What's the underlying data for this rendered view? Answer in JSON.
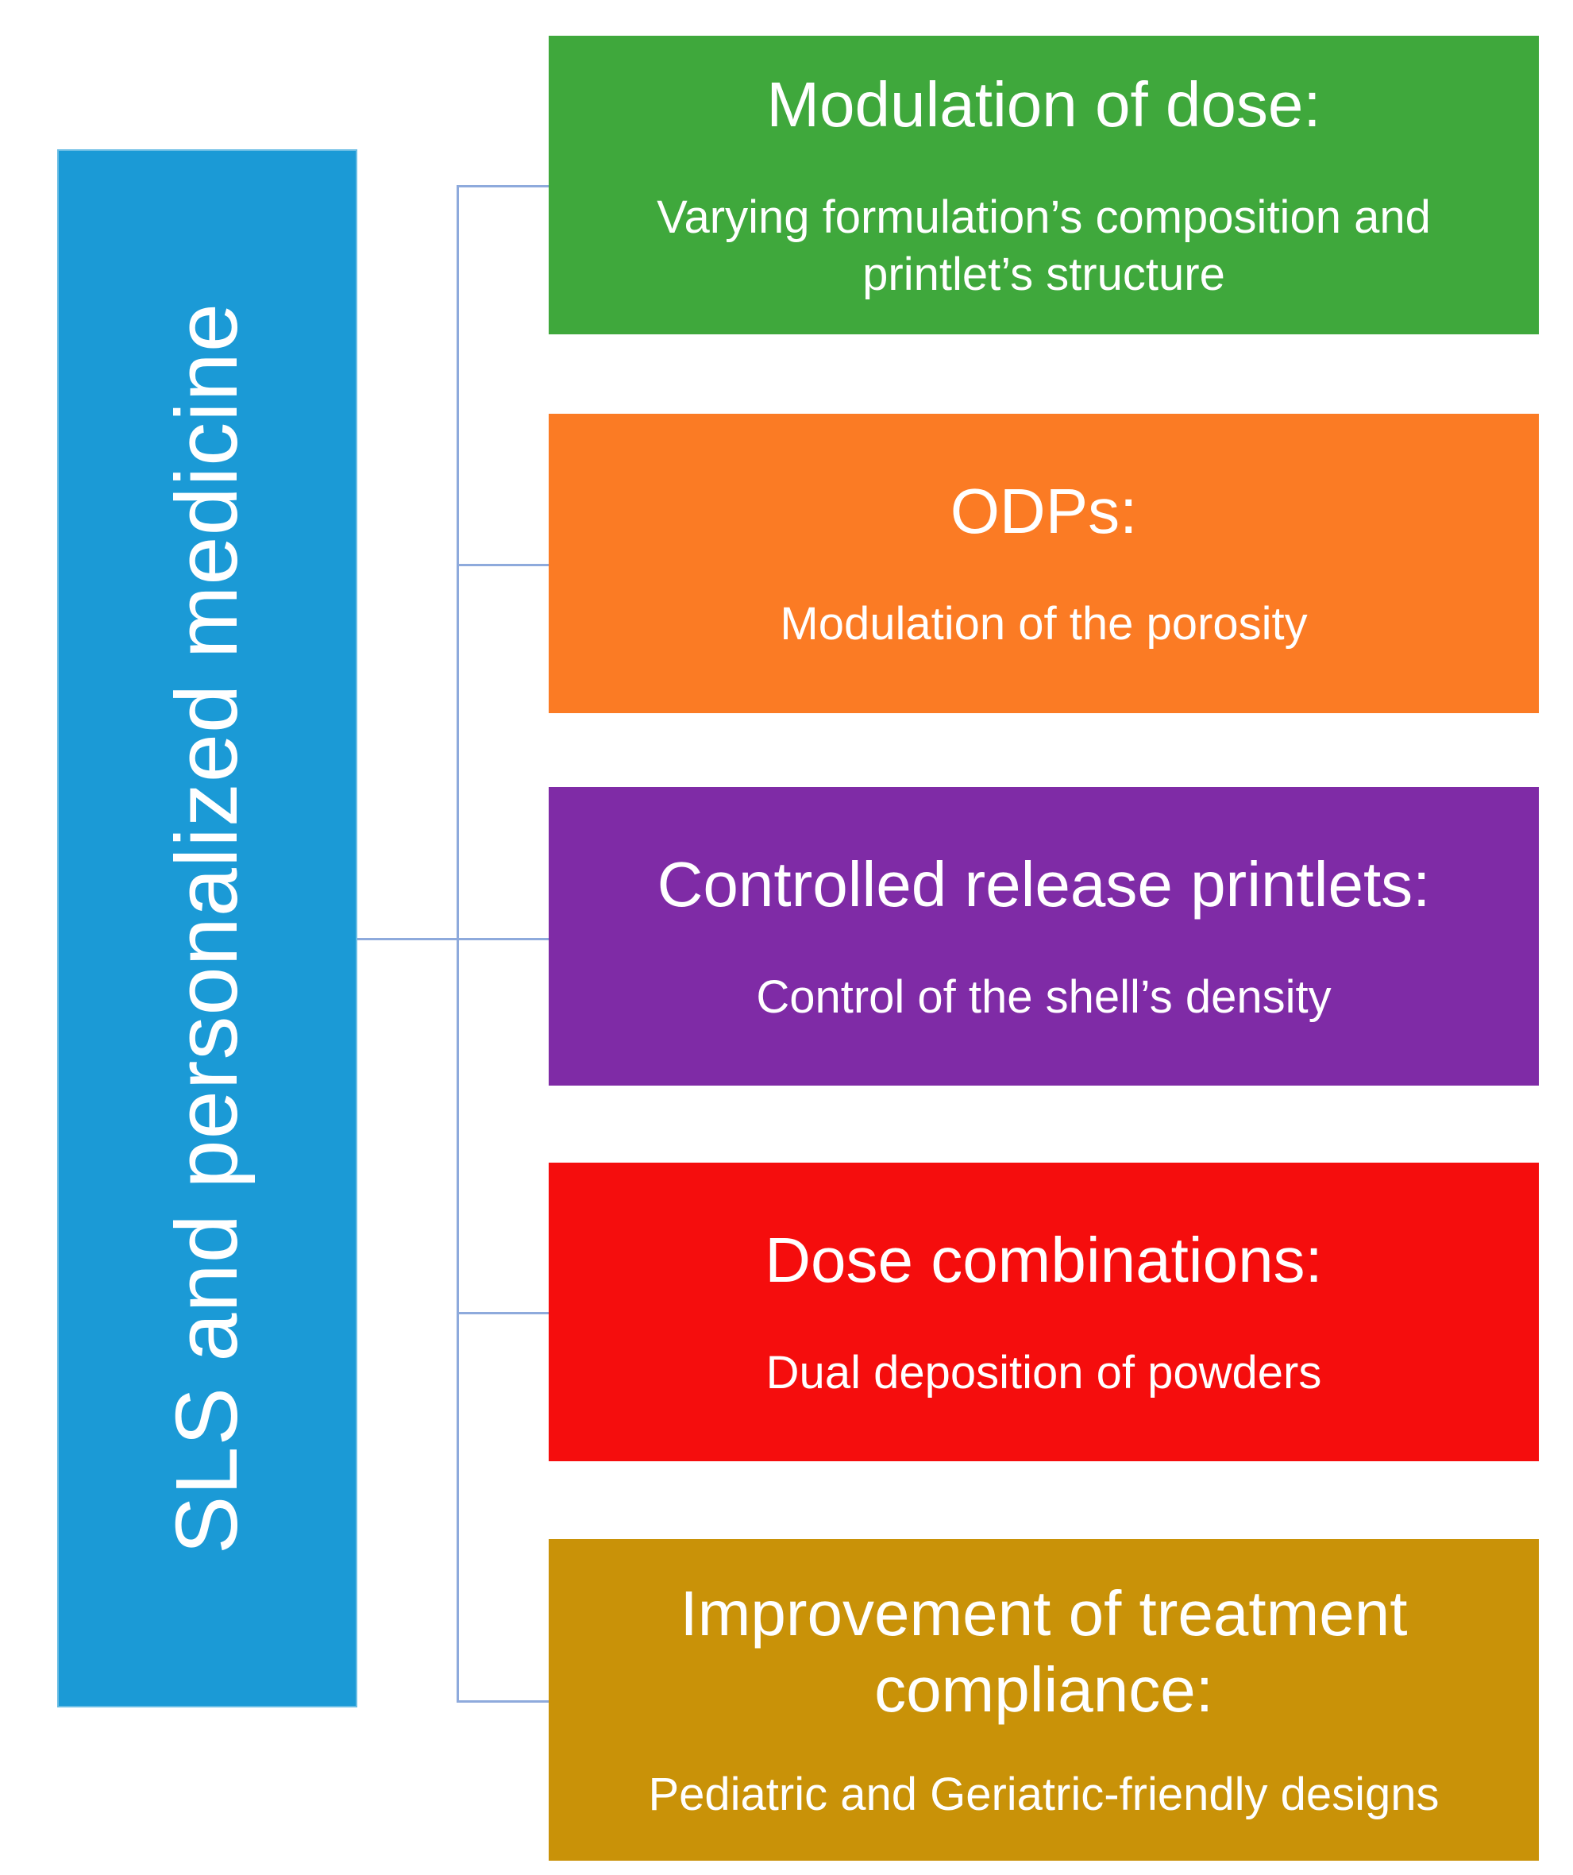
{
  "figure": {
    "background_color": "#ffffff",
    "connector_color": "#8eaadc",
    "text_color": "#ffffff"
  },
  "root": {
    "label": "SLS and personalized medicine",
    "color": "#1b9ad6"
  },
  "nodes": [
    {
      "id": "modulation-of-dose",
      "title": "Modulation of dose:",
      "subtitle": "Varying formulation’s composition and printlet’s structure",
      "color": "#3fa83c"
    },
    {
      "id": "odps",
      "title": "ODPs:",
      "subtitle": "Modulation of the porosity",
      "color": "#fb7b24"
    },
    {
      "id": "controlled-release-printlets",
      "title": "Controlled release printlets:",
      "subtitle": "Control of the shell’s density",
      "color": "#7f2ba6"
    },
    {
      "id": "dose-combinations",
      "title": "Dose combinations:",
      "subtitle": "Dual deposition of powders",
      "color": "#f50d0d"
    },
    {
      "id": "improvement-of-treatment-compliance",
      "title": "Improvement of treatment compliance:",
      "subtitle": "Pediatric and Geriatric-friendly designs",
      "color": "#c99208"
    }
  ]
}
